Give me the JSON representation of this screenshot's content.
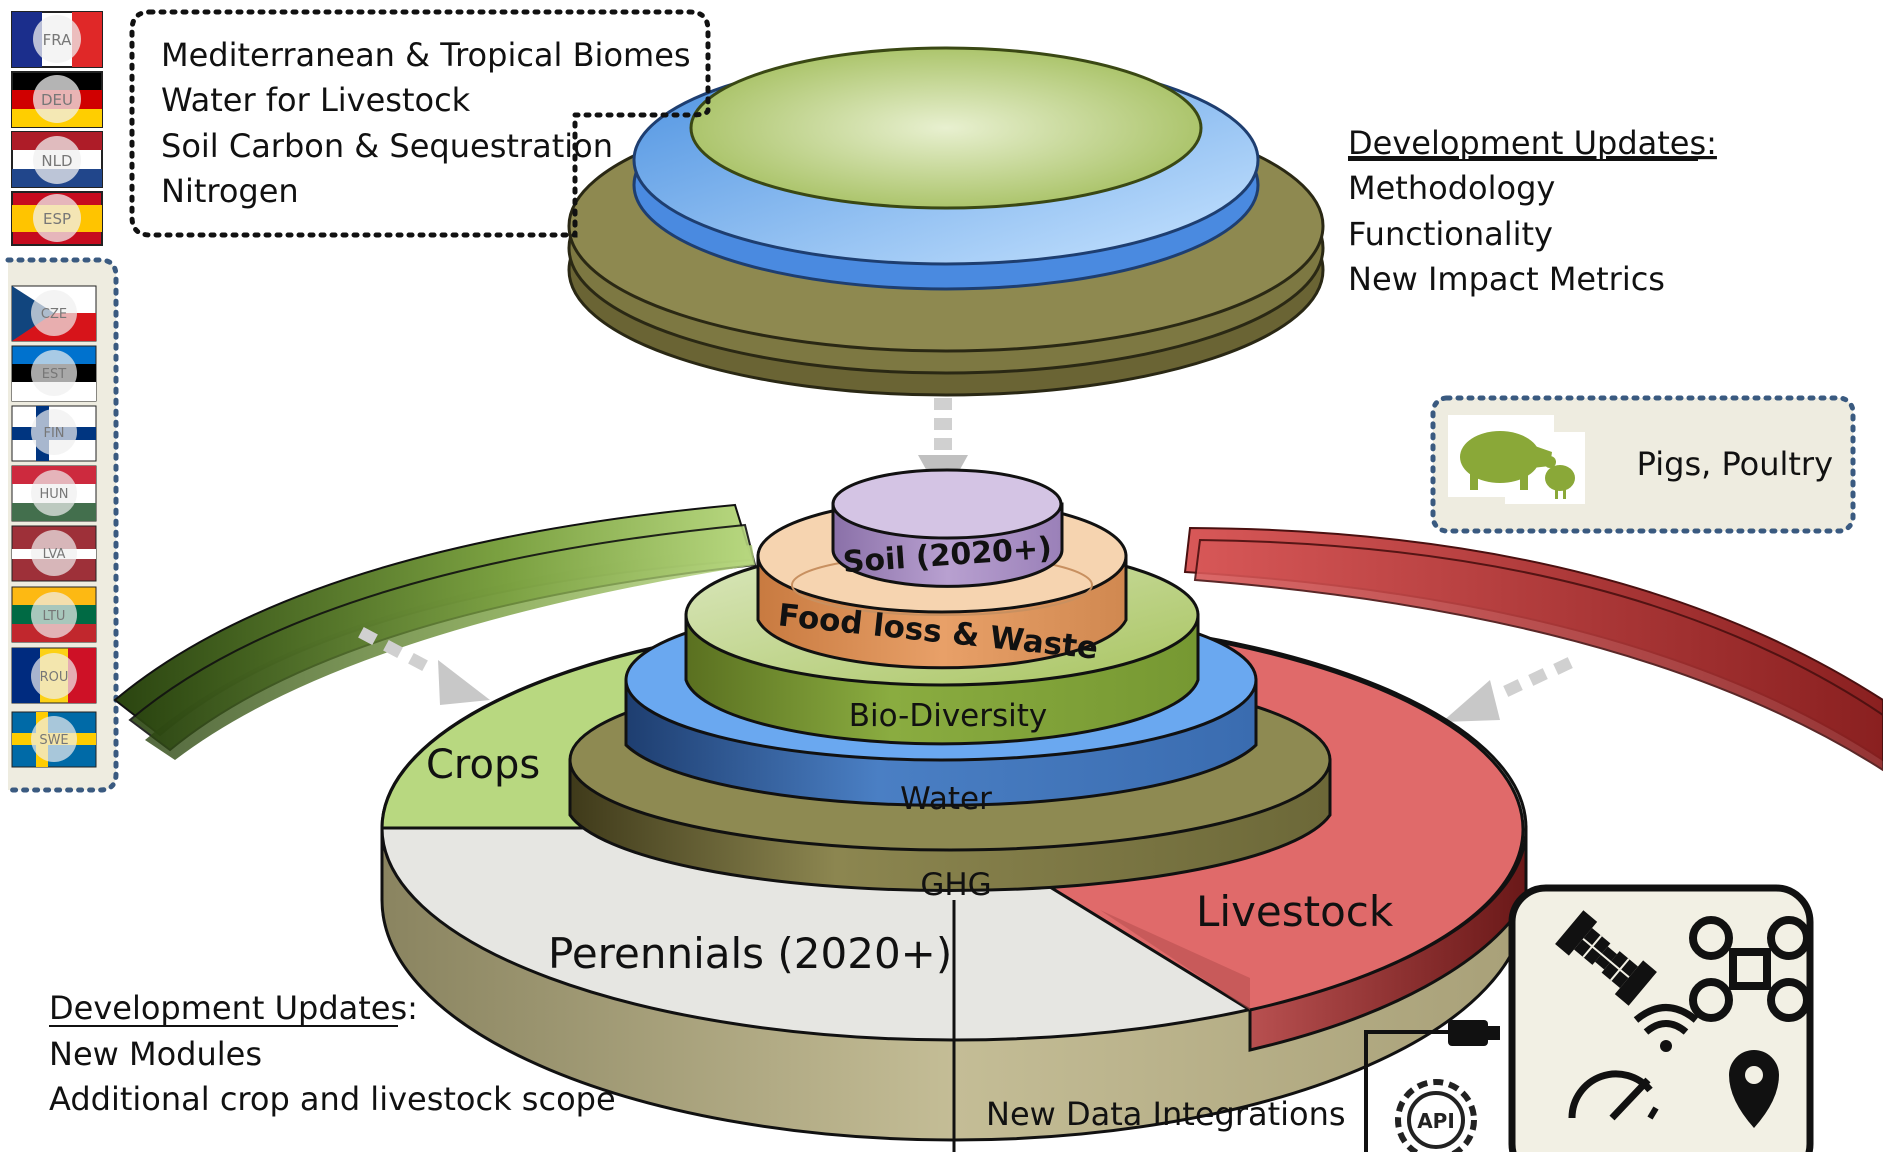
{
  "top_box": {
    "lines": [
      "Mediterranean & Tropical Biomes",
      "Water for Livestock",
      "Soil Carbon & Sequestration",
      "Nitrogen"
    ]
  },
  "countries_top": [
    "FRA",
    "DEU",
    "NLD",
    "ESP"
  ],
  "countries_side": [
    "CZE",
    "EST",
    "FIN",
    "HUN",
    "LVA",
    "LTU",
    "ROU",
    "SWE"
  ],
  "dev_updates_right": {
    "heading": "Development Updates:",
    "items": [
      "Methodology",
      "Functionality",
      "New Impact Metrics"
    ]
  },
  "livestock_box": {
    "label": "Pigs, Poultry"
  },
  "layers": {
    "soil": "Soil (2020+)",
    "food_loss": "Food loss & Waste",
    "biodiversity": "Bio-Diversity",
    "water": "Water",
    "ghg": "GHG"
  },
  "sectors": {
    "crops": "Crops",
    "perennials": "Perennials (2020+)",
    "livestock": "Livestock"
  },
  "dev_updates_left": {
    "heading": "Development Updates:",
    "items": [
      "New Modules",
      "Additional crop and livestock scope"
    ]
  },
  "data_integrations": {
    "label": "New Data Integrations",
    "api": "API"
  },
  "colors": {
    "olive": "#8a8550",
    "blue": "#5aa0e8",
    "green": "#a8c660",
    "orange": "#e8a060",
    "purple": "#b8a0d0",
    "red": "#c85050",
    "crops_green": "#b8d880"
  }
}
